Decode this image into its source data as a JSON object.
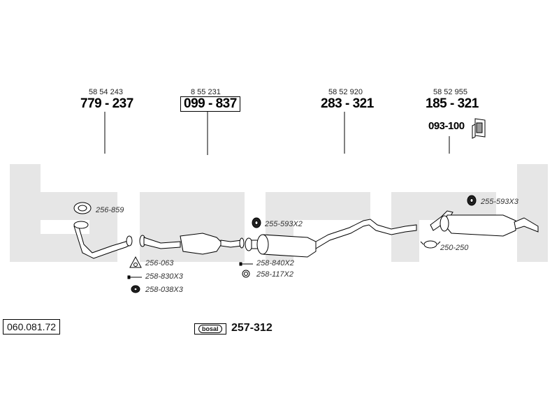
{
  "parts": [
    {
      "oe": "58 54 243",
      "number": "779 - 237"
    },
    {
      "oe": "8 55 231",
      "number": "099 - 837"
    },
    {
      "oe": "58 52 920",
      "number": "283 - 321"
    },
    {
      "oe": "58 52 955",
      "number": "185 - 321"
    }
  ],
  "hanger_part": "093-100",
  "accessories": [
    {
      "code": "256-859"
    },
    {
      "code": "256-063"
    },
    {
      "code": "258-830X3"
    },
    {
      "code": "258-038X3"
    },
    {
      "code": "255-593X2"
    },
    {
      "code": "258-840X2"
    },
    {
      "code": "258-117X2"
    },
    {
      "code": "255-593X3"
    },
    {
      "code": "250-250"
    }
  ],
  "reference_number": "060.081.72",
  "brand": {
    "logo_text": "bosal",
    "part_number": "257-312"
  },
  "colors": {
    "watermark": "#e6e6e6",
    "line": "#000000"
  }
}
